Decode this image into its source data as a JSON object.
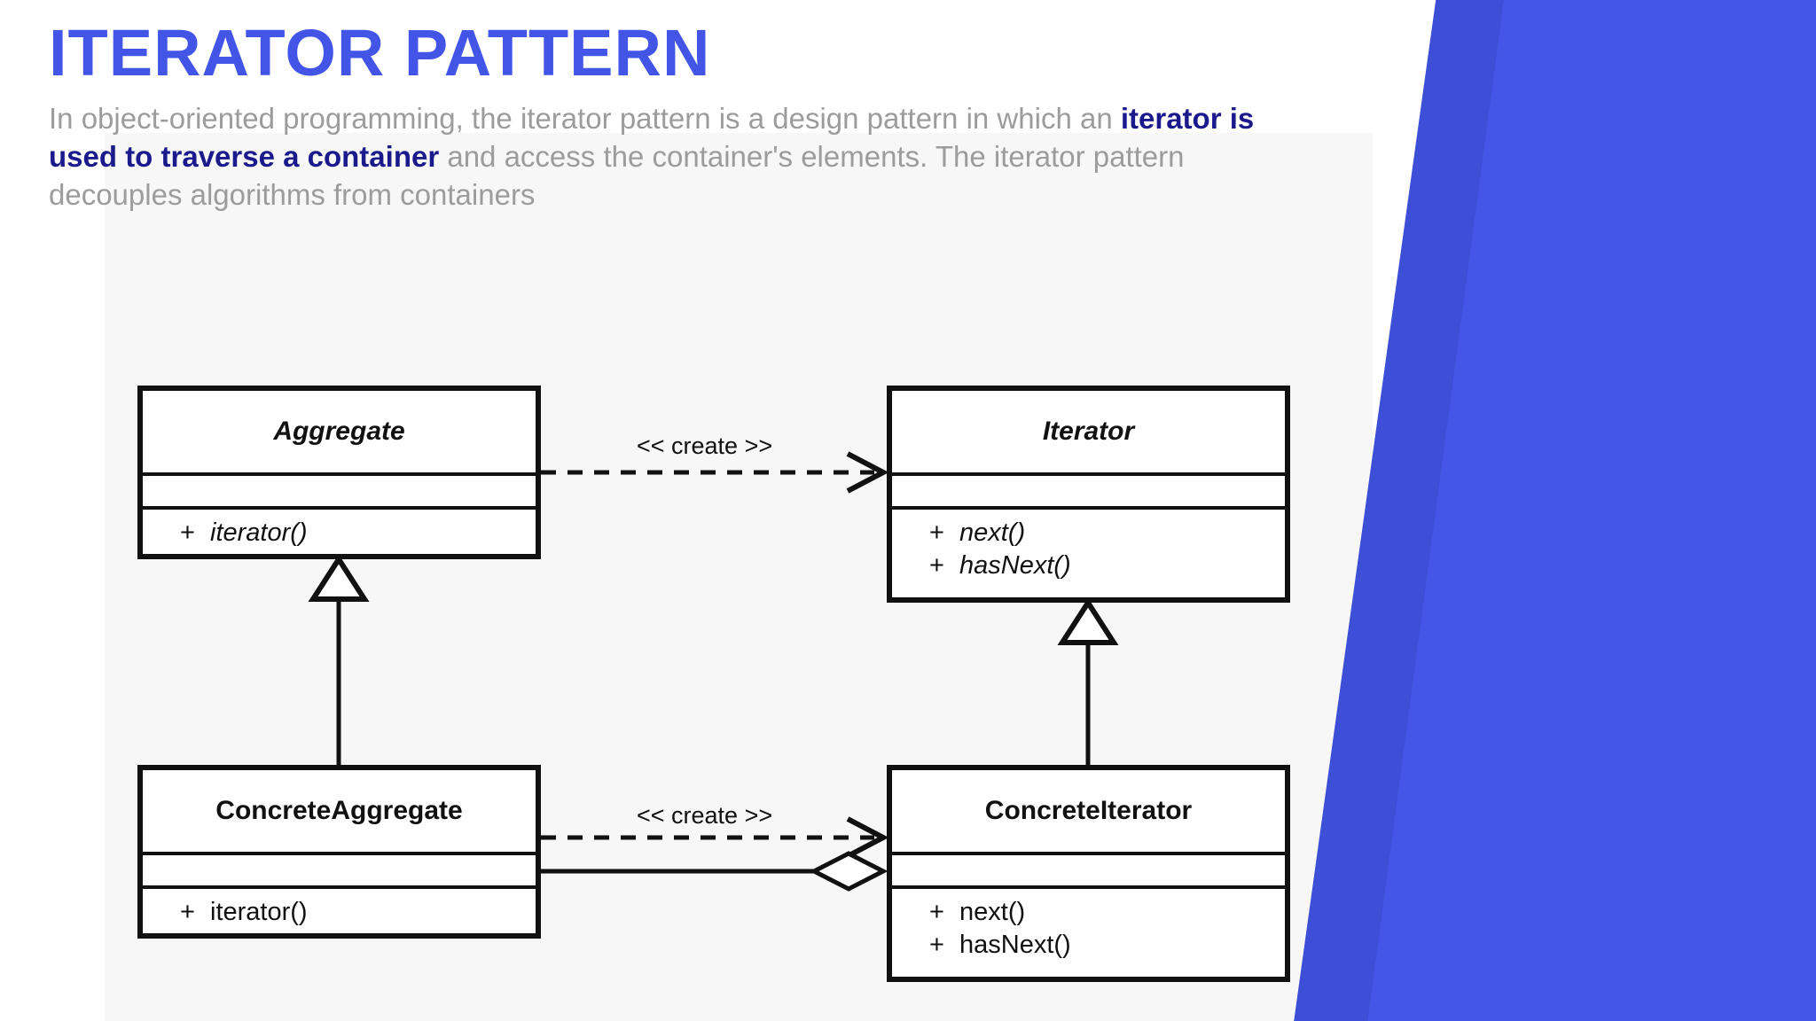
{
  "header": {
    "title": "ITERATOR PATTERN",
    "paragraph_part1": "In object-oriented programming, the iterator pattern is a design pattern in which an ",
    "paragraph_highlight": "iterator is used to traverse a container",
    "paragraph_part2": " and access the container's elements. The iterator pattern decouples algorithms from containers"
  },
  "colors": {
    "title_blue": "#4255e6",
    "highlight_navy": "#1a1a8c",
    "body_gray": "#9c9c9c",
    "deco_blue_front": "#4356e8",
    "deco_blue_back": "#3d4fd6",
    "panel_gray": "#f7f7f7",
    "stroke_black": "#111111"
  },
  "diagram": {
    "type": "uml-class-diagram",
    "classes": [
      {
        "id": "aggregate",
        "name": "Aggregate",
        "stereotype": "abstract",
        "attributes": [],
        "operations": [
          {
            "visibility": "+",
            "signature": "iterator()"
          }
        ]
      },
      {
        "id": "iterator",
        "name": "Iterator",
        "stereotype": "abstract",
        "attributes": [],
        "operations": [
          {
            "visibility": "+",
            "signature": "next()"
          },
          {
            "visibility": "+",
            "signature": "hasNext()"
          }
        ]
      },
      {
        "id": "concrete-aggregate",
        "name": "ConcreteAggregate",
        "stereotype": "concrete",
        "attributes": [],
        "operations": [
          {
            "visibility": "+",
            "signature": "iterator()"
          }
        ]
      },
      {
        "id": "concrete-iterator",
        "name": "ConcreteIterator",
        "stereotype": "concrete",
        "attributes": [],
        "operations": [
          {
            "visibility": "+",
            "signature": "next()"
          },
          {
            "visibility": "+",
            "signature": "hasNext()"
          }
        ]
      }
    ],
    "relationships": [
      {
        "id": "create-top",
        "kind": "dependency",
        "style": "dashed",
        "label": "<< create >>",
        "from": "aggregate",
        "to": "iterator"
      },
      {
        "id": "create-bottom",
        "kind": "dependency",
        "style": "dashed",
        "label": "<< create >>",
        "from": "concrete-aggregate",
        "to": "concrete-iterator"
      },
      {
        "id": "gen-aggregate",
        "kind": "generalization",
        "style": "solid",
        "label": "",
        "from": "concrete-aggregate",
        "to": "aggregate"
      },
      {
        "id": "gen-iterator",
        "kind": "generalization",
        "style": "solid",
        "label": "",
        "from": "concrete-iterator",
        "to": "iterator"
      },
      {
        "id": "agg-concrete",
        "kind": "aggregation",
        "style": "solid",
        "label": "",
        "from": "concrete-aggregate",
        "to": "concrete-iterator"
      }
    ]
  }
}
